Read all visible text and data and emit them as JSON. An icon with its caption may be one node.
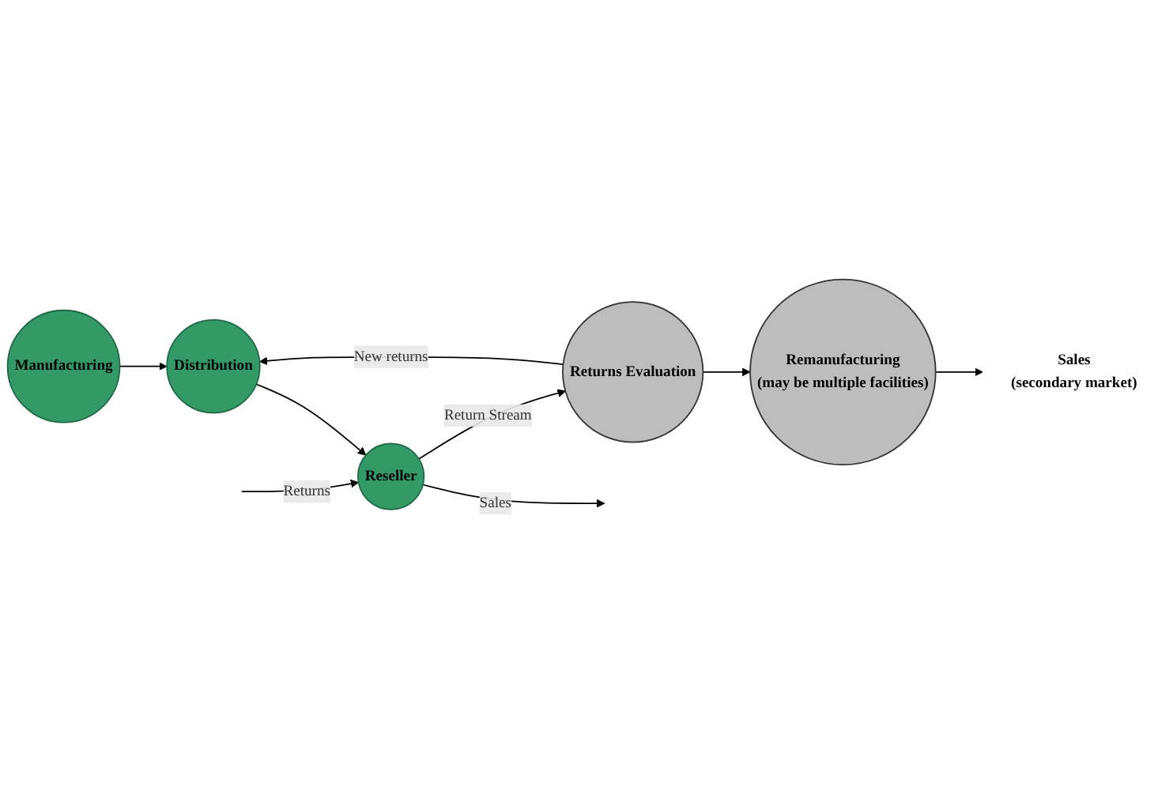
{
  "diagram": {
    "nodes": [
      {
        "text": [
          "Manufacturing"
        ]
      },
      {
        "text": [
          "Distribution"
        ]
      },
      {
        "text": [
          "Reseller"
        ]
      },
      {
        "text": [
          "Returns Evaluation"
        ]
      },
      {
        "text": [
          "Remanufacturing",
          "(may be multiple facilities)"
        ]
      },
      {
        "text": [
          "Sales",
          "(secondary market)"
        ]
      }
    ],
    "edges": [
      {
        "from": 0,
        "to": 1,
        "arrow": "to"
      },
      {
        "from": 1,
        "to": 2,
        "arrow": "to"
      },
      {
        "from": 2,
        "to": null,
        "arrow": "to",
        "label": "Sales"
      },
      {
        "from": null,
        "to": 2,
        "arrow": "to",
        "label": "Returns"
      },
      {
        "from": 2,
        "to": 3,
        "arrow": "to",
        "label": "Return Stream"
      },
      {
        "from": 3,
        "to": 1,
        "arrow": "to",
        "label": "New returns"
      },
      {
        "from": 3,
        "to": 4,
        "arrow": "to"
      },
      {
        "from": 4,
        "to": 5,
        "arrow": "to"
      }
    ]
  }
}
